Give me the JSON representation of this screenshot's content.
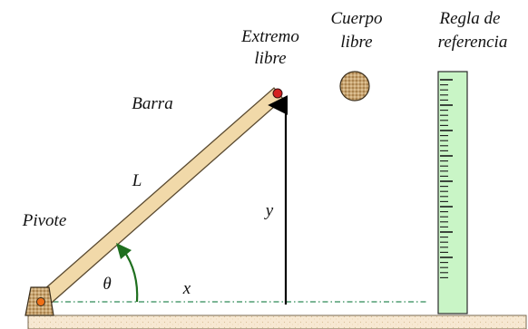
{
  "labels": {
    "free_end_line1": "Extremo",
    "free_end_line2": "libre",
    "free_body_line1": "Cuerpo",
    "free_body_line2": "libre",
    "ruler_line1": "Regla de",
    "ruler_line2": "referencia",
    "bar": "Barra",
    "length": "L",
    "pivot": "Pivote",
    "vertical": "y",
    "angle": "θ",
    "horizontal": "x"
  },
  "colors": {
    "bar_fill": "#f1d9a9",
    "bar_stroke": "#5a4a30",
    "ground_fill": "#f7e8d2",
    "ruler_fill": "#c9f5c6",
    "ruler_ticks": "#1a1a1a",
    "arc_arrow": "#1f6f1f",
    "dash_line": "#2e8b57",
    "end_dot": "#d42020",
    "pivot_dot": "#f07018",
    "pivot_block": "#b8935a",
    "ball": "#c8a472"
  },
  "icons": {
    "pivot": "pivot-block-icon",
    "ball": "free-body-ball-icon",
    "ruler": "ruler-icon"
  }
}
